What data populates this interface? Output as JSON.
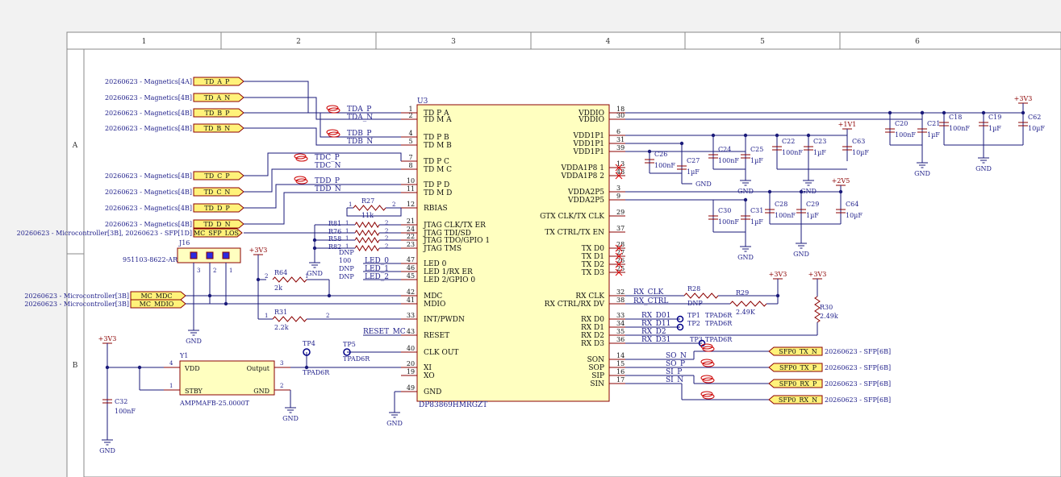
{
  "frame": {
    "columns": [
      "1",
      "2",
      "3",
      "4",
      "5",
      "6"
    ],
    "rows": [
      "A",
      "B"
    ]
  },
  "ic": {
    "ref": "U3",
    "part": "DP83869HMRGZT",
    "left_pins": [
      {
        "num": "1",
        "name": "TD P A"
      },
      {
        "num": "2",
        "name": "TD M A"
      },
      {
        "num": "4",
        "name": "TD P B"
      },
      {
        "num": "5",
        "name": "TD M B"
      },
      {
        "num": "7",
        "name": "TD P C"
      },
      {
        "num": "8",
        "name": "TD M C"
      },
      {
        "num": "10",
        "name": "TD P D"
      },
      {
        "num": "11",
        "name": "TD M D"
      },
      {
        "num": "12",
        "name": "RBIAS"
      },
      {
        "num": "21",
        "name": "JTAG CLK/TX ER"
      },
      {
        "num": "24",
        "name": "JTAG TDI/SD"
      },
      {
        "num": "22",
        "name": "JTAG TDO/GPIO 1"
      },
      {
        "num": "23",
        "name": "JTAG TMS"
      },
      {
        "num": "47",
        "name": "LED 0"
      },
      {
        "num": "46",
        "name": "LED 1/RX ER"
      },
      {
        "num": "45",
        "name": "LED 2/GPIO 0"
      },
      {
        "num": "42",
        "name": "MDC"
      },
      {
        "num": "41",
        "name": "MDIO"
      },
      {
        "num": "33",
        "name": "INT/PWDN"
      },
      {
        "num": "43",
        "name": "RESET"
      },
      {
        "num": "40",
        "name": "CLK OUT"
      },
      {
        "num": "20",
        "name": "XI"
      },
      {
        "num": "19",
        "name": "XO"
      },
      {
        "num": "49",
        "name": "GND"
      }
    ],
    "right_pins": [
      {
        "num": "18",
        "name": "VDDIO"
      },
      {
        "num": "30",
        "name": "VDDIO"
      },
      {
        "num": "6",
        "name": "VDD1P1"
      },
      {
        "num": "31",
        "name": "VDD1P1"
      },
      {
        "num": "39",
        "name": "VDD1P1"
      },
      {
        "num": "13",
        "name": "VDDA1P8 1"
      },
      {
        "num": "48",
        "name": "VDDA1P8 2"
      },
      {
        "num": "3",
        "name": "VDDA2P5"
      },
      {
        "num": "9",
        "name": "VDDA2P5"
      },
      {
        "num": "29",
        "name": "GTX CLK/TX CLK"
      },
      {
        "num": "37",
        "name": "TX CTRL/TX EN"
      },
      {
        "num": "28",
        "name": "TX D0"
      },
      {
        "num": "27",
        "name": "TX D1"
      },
      {
        "num": "26",
        "name": "TX D2"
      },
      {
        "num": "25",
        "name": "TX D3"
      },
      {
        "num": "32",
        "name": "RX CLK"
      },
      {
        "num": "38",
        "name": "RX CTRL/RX DV"
      },
      {
        "num": "33",
        "name": "RX D0"
      },
      {
        "num": "34",
        "name": "RX D1"
      },
      {
        "num": "35",
        "name": "RX D2"
      },
      {
        "num": "36",
        "name": "RX D3"
      },
      {
        "num": "14",
        "name": "SON"
      },
      {
        "num": "15",
        "name": "SOP"
      },
      {
        "num": "16",
        "name": "SIP"
      },
      {
        "num": "17",
        "name": "SIN"
      }
    ]
  },
  "ports_left": [
    {
      "sheet": "20260623 - Magnetics[4A]",
      "net": "TD_A_P"
    },
    {
      "sheet": "20260623 - Magnetics[4B]",
      "net": "TD_A_N"
    },
    {
      "sheet": "20260623 - Magnetics[4B]",
      "net": "TD_B_P"
    },
    {
      "sheet": "20260623 - Magnetics[4B]",
      "net": "TD_B_N"
    },
    {
      "sheet": "20260623 - Magnetics[4B]",
      "net": "TD_C_P"
    },
    {
      "sheet": "20260623 - Magnetics[4B]",
      "net": "TD_C_N"
    },
    {
      "sheet": "20260623 - Magnetics[4B]",
      "net": "TD_D_P"
    },
    {
      "sheet": "20260623 - Magnetics[4B]",
      "net": "TD_D_N"
    },
    {
      "sheet": "20260623 - Microcontroller[3B], 20260623 - SFP[1D]",
      "net": "MC_SFP_LOS"
    },
    {
      "sheet": "20260623 - Microcontroller[3B]",
      "net": "MC_MDC"
    },
    {
      "sheet": "20260623 - Microcontroller[3B]",
      "net": "MC_MDIO"
    }
  ],
  "ports_right": [
    {
      "net": "SFP0_TX_N",
      "sheet": "20260623 - SFP[6B]"
    },
    {
      "net": "SFP0_TX_P",
      "sheet": "20260623 - SFP[6B]"
    },
    {
      "net": "SFP0_RX_P",
      "sheet": "20260623 - SFP[6B]"
    },
    {
      "net": "SFP0_RX_N",
      "sheet": "20260623 - SFP[6B]"
    }
  ],
  "net_labels": {
    "tda_p": "TDA_P",
    "tda_n": "TDA_N",
    "tdb_p": "TDB_P",
    "tdb_n": "TDB_N",
    "tdc_p": "TDC_P",
    "tdc_n": "TDC_N",
    "tdd_p": "TDD_P",
    "tdd_n": "TDD_N",
    "led0": "LED_0",
    "led1": "LED_1",
    "led2": "LED_2",
    "rx_clk": "RX_CLK",
    "rx_ctrl": "RX_CTRL",
    "rx_d0": "RX_D01",
    "rx_d1": "RX_D11",
    "rx_d2": "RX_D2",
    "rx_d3": "RX_D31",
    "so_n": "SO_N",
    "so_p": "SO_P",
    "si_p": "SI_P",
    "si_n": "SI_N",
    "reset_mc": "RESET_MC"
  },
  "resistors": {
    "r27": {
      "ref": "R27",
      "val": "11k"
    },
    "r81": {
      "ref": "R81"
    },
    "r76": {
      "ref": "R76"
    },
    "r58": {
      "ref": "R58"
    },
    "r82": {
      "ref": "R82"
    },
    "r82_val": "DNP",
    "r64": {
      "ref": "R64",
      "val": "2k"
    },
    "r31": {
      "ref": "R31",
      "val": "2.2k"
    },
    "r28": {
      "ref": "R28",
      "val": "DNP"
    },
    "r29": {
      "ref": "R29",
      "val": "2.49K"
    },
    "r30": {
      "ref": "R30",
      "val": "2.49k"
    },
    "led_vals": [
      "100",
      "DNP",
      "DNP"
    ]
  },
  "capacitors": [
    {
      "ref": "C26",
      "val": "100nF"
    },
    {
      "ref": "C27",
      "val": "1µF"
    },
    {
      "ref": "C24",
      "val": "100nF"
    },
    {
      "ref": "C25",
      "val": "1µF"
    },
    {
      "ref": "C22",
      "val": "100nF"
    },
    {
      "ref": "C23",
      "val": "1µF"
    },
    {
      "ref": "C63",
      "val": "10µF"
    },
    {
      "ref": "C20",
      "val": "100nF"
    },
    {
      "ref": "C21",
      "val": "1µF"
    },
    {
      "ref": "C18",
      "val": "100nF"
    },
    {
      "ref": "C19",
      "val": "1µF"
    },
    {
      "ref": "C62",
      "val": "10µF"
    },
    {
      "ref": "C30",
      "val": "100nF"
    },
    {
      "ref": "C31",
      "val": "1µF"
    },
    {
      "ref": "C28",
      "val": "100nF"
    },
    {
      "ref": "C29",
      "val": "1µF"
    },
    {
      "ref": "C64",
      "val": "10µF"
    },
    {
      "ref": "C32",
      "val": "100nF"
    }
  ],
  "power": {
    "v33": "+3V3",
    "v1v1": "+1V1",
    "v2v5": "+2V5",
    "gnd": "GND"
  },
  "connector": {
    "ref": "J16",
    "part": "951103-8622-AR",
    "pins": [
      "3",
      "2",
      "1"
    ]
  },
  "oscillator": {
    "ref": "Y1",
    "part": "AMPMAFB-25.0000T",
    "vdd": "VDD",
    "stby": "STBY",
    "output": "Output",
    "gnd": "GND",
    "pin_vdd": "4",
    "pin_stby": "1",
    "pin_out": "3",
    "pin_gnd": "2"
  },
  "testpoints": [
    {
      "ref": "TP4",
      "val": "TPAD6R"
    },
    {
      "ref": "TP5",
      "val": "TPAD6R"
    },
    {
      "ref": "TP1",
      "val": "TPAD6R"
    },
    {
      "ref": "TP2",
      "val": "TPAD6R"
    },
    {
      "ref": "TP3",
      "val": "TPAD6R"
    }
  ]
}
